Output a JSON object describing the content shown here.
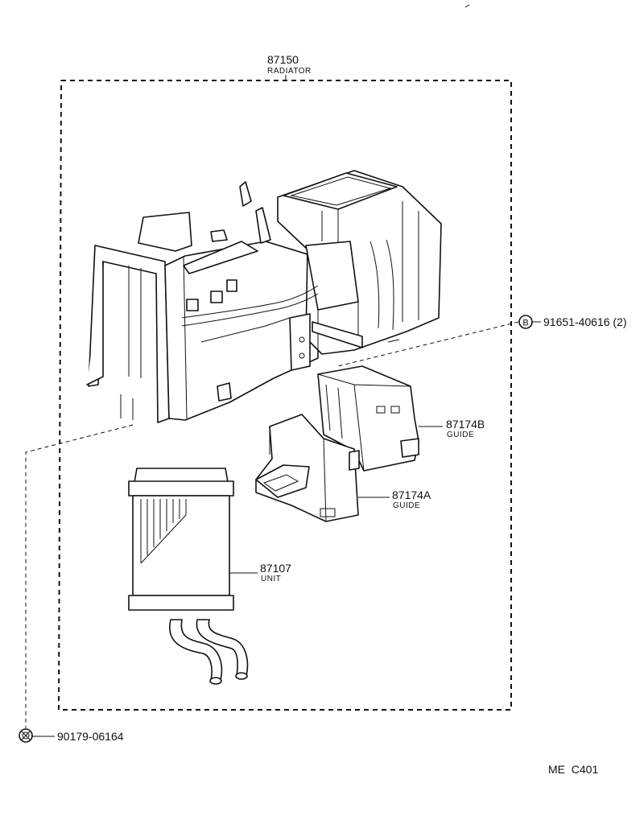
{
  "parts": {
    "radiator": {
      "number": "87150",
      "name": "RADIATOR"
    },
    "guide_b": {
      "number": "87174B",
      "name": "GUIDE"
    },
    "guide_a": {
      "number": "87174A",
      "name": "GUIDE"
    },
    "unit": {
      "number": "87107",
      "name": "UNIT"
    },
    "bolt": {
      "symbol": "B",
      "number": "91651-40616 (2)"
    },
    "clip": {
      "number": "90179-06164"
    }
  },
  "footer": {
    "code": "ME  C401"
  },
  "colors": {
    "ink": "#111111",
    "paper": "#ffffff"
  }
}
